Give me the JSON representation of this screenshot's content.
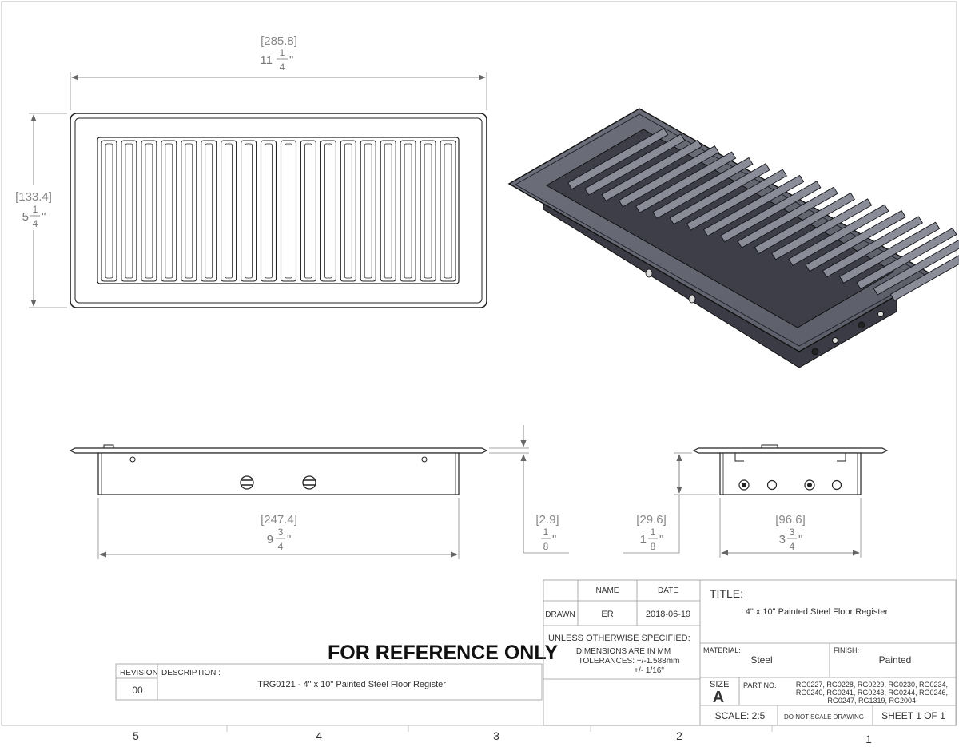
{
  "dimensions": {
    "overall_width": {
      "mm": "[285.8]",
      "whole": "11",
      "num": "1",
      "den": "4",
      "unit": "\""
    },
    "overall_height": {
      "mm": "[133.4]",
      "whole": "5",
      "num": "1",
      "den": "4",
      "unit": "\""
    },
    "boot_length": {
      "mm": "[247.4]",
      "whole": "9",
      "num": "3",
      "den": "4",
      "unit": "\""
    },
    "flange_thickness": {
      "mm": "[2.9]",
      "whole": "",
      "num": "1",
      "den": "8",
      "unit": "\""
    },
    "boot_depth": {
      "mm": "[29.6]",
      "whole": "1",
      "num": "1",
      "den": "8",
      "unit": "\""
    },
    "boot_width": {
      "mm": "[96.6]",
      "whole": "3",
      "num": "3",
      "den": "4",
      "unit": "\""
    }
  },
  "reference_note": "FOR REFERENCE ONLY",
  "revision_block": {
    "revision_header": "REVISION",
    "description_header": "DESCRIPTION :",
    "revision": "00",
    "description": "TRG0121 - 4\" x 10\" Painted Steel Floor Register"
  },
  "title_block": {
    "name_header": "NAME",
    "date_header": "DATE",
    "drawn_label": "DRAWN",
    "drawn_name": "ER",
    "drawn_date": "2018-06-19",
    "spec_heading": "UNLESS OTHERWISE SPECIFIED:",
    "spec_line1": "DIMENSIONS ARE IN MM",
    "spec_line2": "TOLERANCES: +/-1.588mm",
    "spec_line3": "+/- 1/16\"",
    "title_label": "TITLE:",
    "title": "4\" x 10\" Painted Steel Floor Register",
    "material_label": "MATERIAL:",
    "material": "Steel",
    "finish_label": "FINISH:",
    "finish": "Painted",
    "size_label": "SIZE",
    "size": "A",
    "part_no_label": "PART NO.",
    "part_no_line1": "RG0227, RG0228, RG0229, RG0230, RG0234,",
    "part_no_line2": "RG0240, RG0241, RG0243, RG0244, RG0246,",
    "part_no_line3": "RG0247, RG1319, RG2004",
    "scale": "SCALE: 2:5",
    "no_scale_note": "DO NOT SCALE DRAWING",
    "sheet": "SHEET 1 OF 1"
  },
  "zones": [
    "5",
    "4",
    "3",
    "2",
    "1"
  ]
}
